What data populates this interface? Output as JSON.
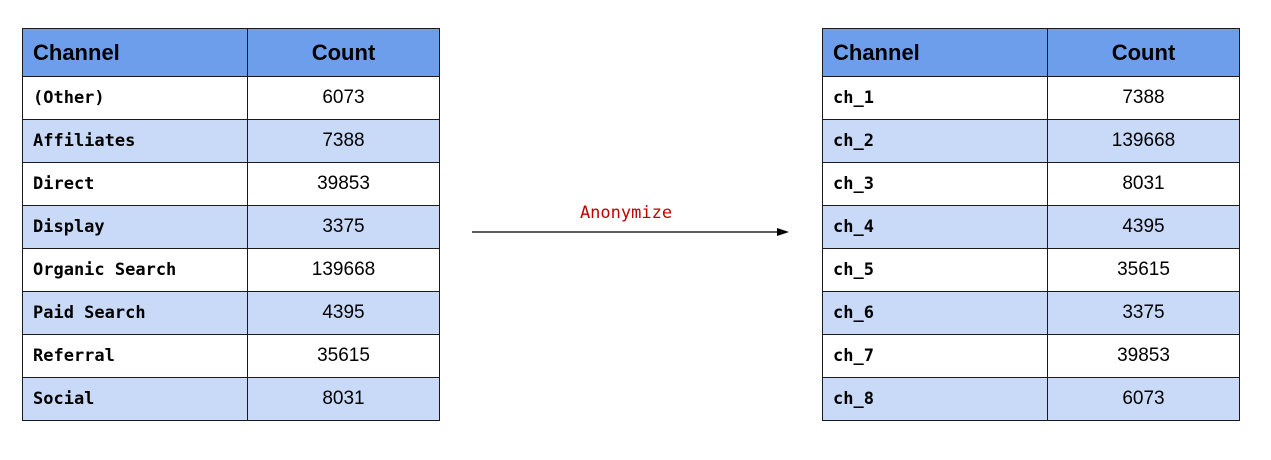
{
  "left_table": {
    "headers": {
      "channel": "Channel",
      "count": "Count"
    },
    "rows": [
      {
        "channel": "(Other)",
        "count": "6073"
      },
      {
        "channel": "Affiliates",
        "count": "7388"
      },
      {
        "channel": "Direct",
        "count": "39853"
      },
      {
        "channel": "Display",
        "count": "3375"
      },
      {
        "channel": "Organic Search",
        "count": "139668"
      },
      {
        "channel": "Paid Search",
        "count": "4395"
      },
      {
        "channel": "Referral",
        "count": "35615"
      },
      {
        "channel": "Social",
        "count": "8031"
      }
    ]
  },
  "arrow": {
    "label": "Anonymize",
    "label_color": "#c00000"
  },
  "right_table": {
    "headers": {
      "channel": "Channel",
      "count": "Count"
    },
    "rows": [
      {
        "channel": "ch_1",
        "count": "7388"
      },
      {
        "channel": "ch_2",
        "count": "139668"
      },
      {
        "channel": "ch_3",
        "count": "8031"
      },
      {
        "channel": "ch_4",
        "count": "4395"
      },
      {
        "channel": "ch_5",
        "count": "35615"
      },
      {
        "channel": "ch_6",
        "count": "3375"
      },
      {
        "channel": "ch_7",
        "count": "39853"
      },
      {
        "channel": "ch_8",
        "count": "6073"
      }
    ]
  },
  "colors": {
    "header_bg": "#6d9eeb",
    "alt_row_bg": "#c9daf8",
    "row_bg": "#ffffff"
  }
}
